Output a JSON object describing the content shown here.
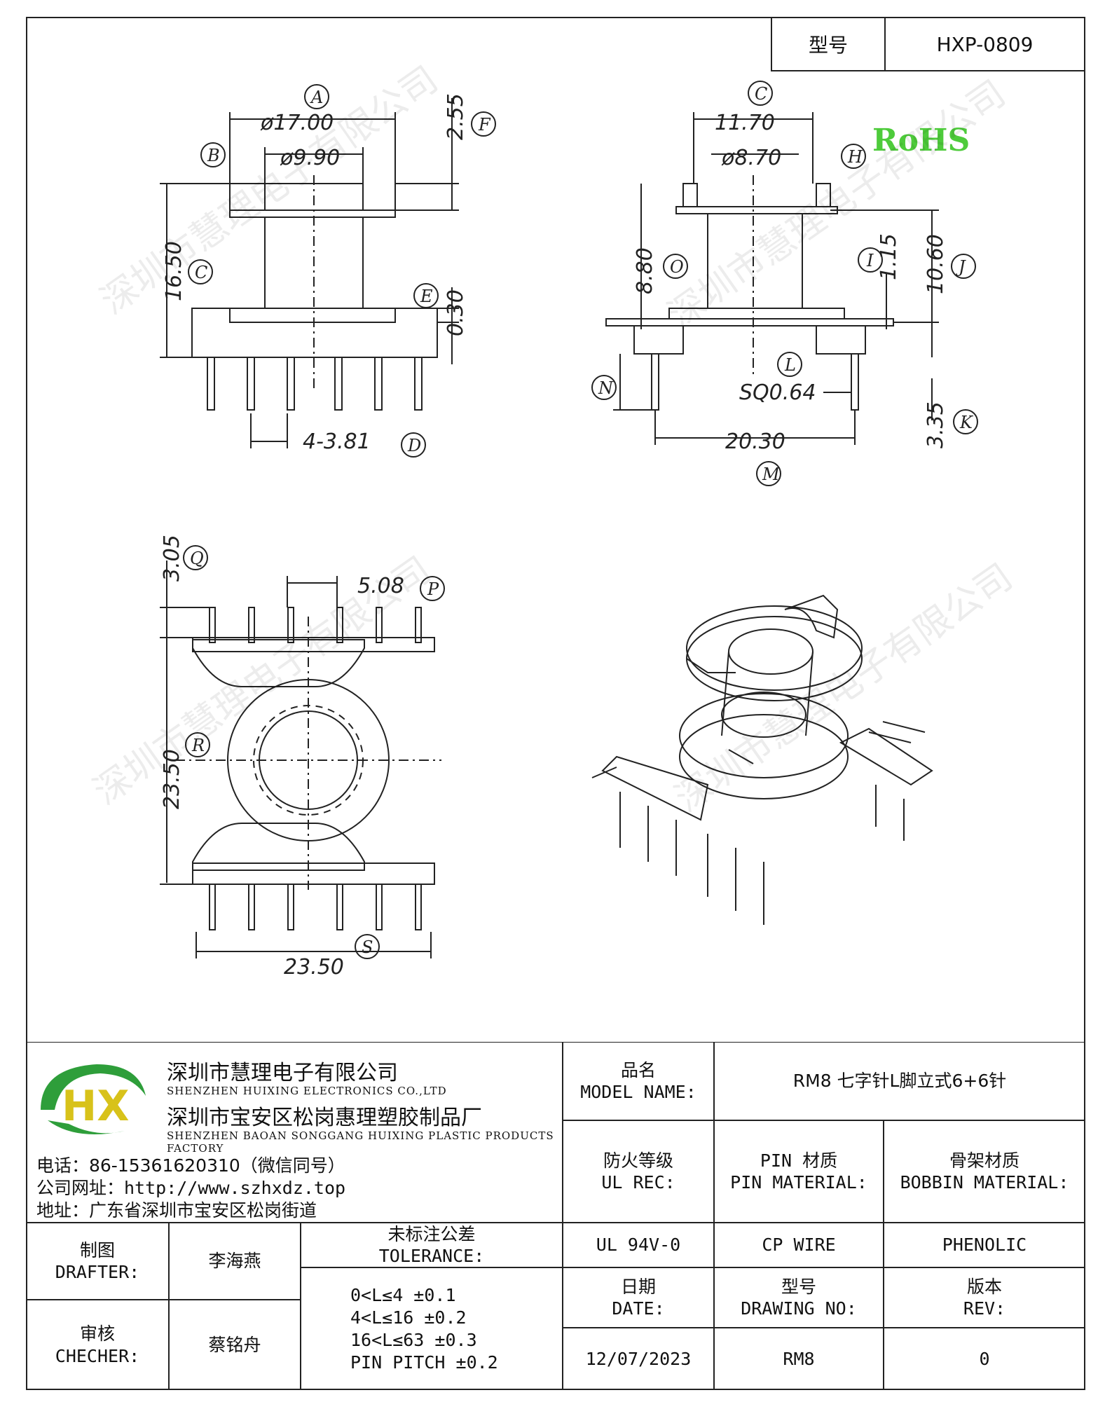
{
  "header": {
    "model_label": "型号",
    "model_value": "HXP-0809"
  },
  "drawing": {
    "dims": {
      "a": "ø17.00",
      "b": "ø9.90",
      "f": "2.55",
      "c": "16.50",
      "e": "0.30",
      "d": "4-3.81",
      "g": "11.70",
      "h": "ø8.70",
      "o": "8.80",
      "i": "1.15",
      "j": "10.60",
      "n": "",
      "l": "SQ0.64",
      "k": "3.35",
      "m": "20.30",
      "q": "3.05",
      "p": "5.08",
      "r": "23.50",
      "s": "23.50"
    },
    "labels": {
      "A": "A",
      "B": "B",
      "C": "C",
      "D": "D",
      "E": "E",
      "F": "F",
      "G": "C",
      "H": "H",
      "I": "I",
      "J": "J",
      "K": "K",
      "L": "L",
      "M": "M",
      "N": "N",
      "O": "O",
      "P": "P",
      "Q": "Q",
      "R": "R",
      "S": "S"
    },
    "rohs": "RoHS",
    "watermark": "深圳市慧理电子有限公司"
  },
  "title_block": {
    "company_cn": "深圳市慧理电子有限公司",
    "company_en": "SHENZHEN HUIXING ELECTRONICS CO.,LTD",
    "factory_cn": "深圳市宝安区松岗惠理塑胶制品厂",
    "factory_en": "SHENZHEN BAOAN SONGGANG HUIXING PLASTIC PRODUCTS FACTORY",
    "phone": "电话：86-15361620310（微信同号）",
    "website": "公司网址：http://www.szhxdz.top",
    "address": "地址：广东省深圳市宝安区松岗街道",
    "logo_text": "HX",
    "model_name_cn": "品名",
    "model_name_en": "MODEL NAME:",
    "model_name_value": "RM8 七字针L脚立式6+6针",
    "ul_cn": "防火等级",
    "ul_en": "UL REC:",
    "ul_value": "UL 94V-0",
    "pin_cn": "PIN 材质",
    "pin_en": "PIN MATERIAL:",
    "pin_value": "CP WIRE",
    "bobbin_cn": "骨架材质",
    "bobbin_en": "BOBBIN MATERIAL:",
    "bobbin_value": "PHENOLIC",
    "drafter_cn": "制图",
    "drafter_en": "DRAFTER:",
    "drafter_name": "李海燕",
    "checker_cn": "审核",
    "checker_en": "CHECHER:",
    "checker_name": "蔡铭舟",
    "tol_cn": "未标注公差",
    "tol_en": "TOLERANCE:",
    "tolerances": [
      "0<L≤4   ±0.1",
      "4<L≤16  ±0.2",
      "16<L≤63  ±0.3",
      "PIN PITCH ±0.2"
    ],
    "date_cn": "日期",
    "date_en": "DATE:",
    "date_value": "12/07/2023",
    "drawing_no_cn": "型号",
    "drawing_no_en": "DRAWING NO:",
    "drawing_no_value": "RM8",
    "rev_cn": "版本",
    "rev_en": "REV:",
    "rev_value": "0"
  },
  "colors": {
    "logo_green": "#2e9e3a",
    "logo_yellow": "#d8c21a",
    "rohs_green": "#4ecb3b"
  }
}
